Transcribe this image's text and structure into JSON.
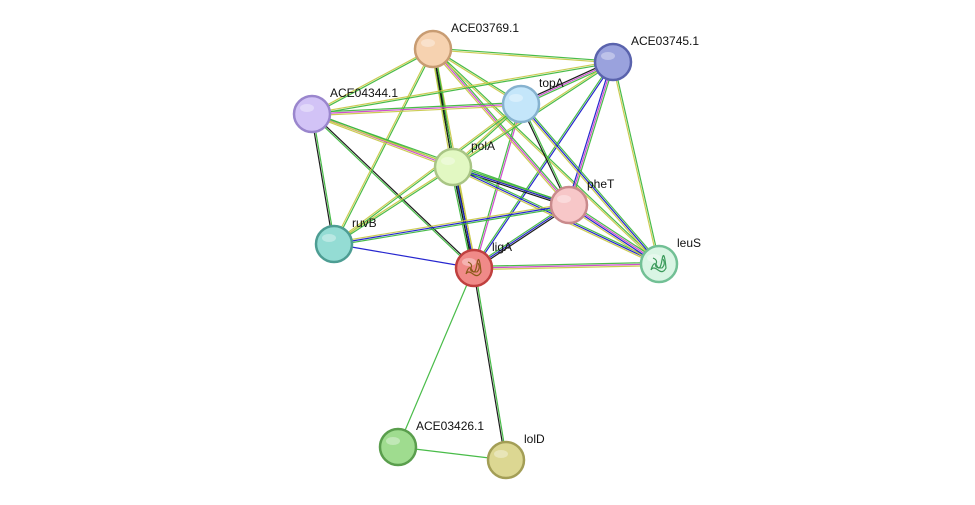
{
  "network": {
    "nodes": [
      {
        "id": "ACE03769.1",
        "label": "ACE03769.1",
        "color": "#f6d2b0",
        "stroke": "#c89c72",
        "icon": "plain-circle"
      },
      {
        "id": "ACE03745.1",
        "label": "ACE03745.1",
        "color": "#9aa2dd",
        "stroke": "#5a63ad",
        "icon": "plain-circle"
      },
      {
        "id": "ACE04344.1",
        "label": "ACE04344.1",
        "color": "#d2c3f6",
        "stroke": "#9a86cd",
        "icon": "plain-circle"
      },
      {
        "id": "topA",
        "label": "topA",
        "color": "#c4e6fa",
        "stroke": "#86b2cf",
        "icon": "plain-circle"
      },
      {
        "id": "polA",
        "label": "polA",
        "color": "#e2f8c2",
        "stroke": "#a9c585",
        "icon": "plain-circle"
      },
      {
        "id": "pheT",
        "label": "pheT",
        "color": "#f7c7c8",
        "stroke": "#c98a8c",
        "icon": "plain-circle"
      },
      {
        "id": "ruvB",
        "label": "ruvB",
        "color": "#94dcd4",
        "stroke": "#4d9d93",
        "icon": "plain-circle"
      },
      {
        "id": "ligA",
        "label": "ligA",
        "color": "#f08a88",
        "stroke": "#c0403f",
        "icon": "protein-structure-icon"
      },
      {
        "id": "leuS",
        "label": "leuS",
        "color": "#d9f5e4",
        "stroke": "#72c095",
        "icon": "protein-structure-icon"
      },
      {
        "id": "ACE03426.1",
        "label": "ACE03426.1",
        "color": "#9fdc8f",
        "stroke": "#5a9e4d",
        "icon": "plain-circle"
      },
      {
        "id": "lolD",
        "label": "lolD",
        "color": "#dcd792",
        "stroke": "#a39e56",
        "icon": "plain-circle"
      }
    ],
    "edges": [
      {
        "a": "ligA",
        "b": "ACE03769.1",
        "colors": [
          "#3fb83f",
          "#111111",
          "#c9c94a"
        ]
      },
      {
        "a": "ligA",
        "b": "ACE03745.1",
        "colors": [
          "#3fb83f",
          "#1a1acc"
        ]
      },
      {
        "a": "ligA",
        "b": "ACE04344.1",
        "colors": [
          "#3fb83f",
          "#111111"
        ]
      },
      {
        "a": "ligA",
        "b": "topA",
        "colors": [
          "#3fb83f",
          "#cc44cc"
        ]
      },
      {
        "a": "ligA",
        "b": "polA",
        "colors": [
          "#3fb83f",
          "#111111",
          "#1a1acc",
          "#c9c94a"
        ]
      },
      {
        "a": "ligA",
        "b": "pheT",
        "colors": [
          "#3fb83f",
          "#1a1acc",
          "#111111"
        ]
      },
      {
        "a": "ligA",
        "b": "ruvB",
        "colors": [
          "#1a1acc"
        ]
      },
      {
        "a": "ligA",
        "b": "leuS",
        "colors": [
          "#3fb83f",
          "#cc44cc",
          "#c9c94a"
        ]
      },
      {
        "a": "ligA",
        "b": "ACE03426.1",
        "colors": [
          "#3fb83f"
        ]
      },
      {
        "a": "ligA",
        "b": "lolD",
        "colors": [
          "#3fb83f",
          "#111111"
        ]
      },
      {
        "a": "ACE03426.1",
        "b": "lolD",
        "colors": [
          "#3fb83f"
        ]
      },
      {
        "a": "ACE03769.1",
        "b": "ACE03745.1",
        "colors": [
          "#3fb83f",
          "#c9c94a"
        ]
      },
      {
        "a": "ACE03769.1",
        "b": "ACE04344.1",
        "colors": [
          "#3fb83f",
          "#c9c94a"
        ]
      },
      {
        "a": "ACE03769.1",
        "b": "topA",
        "colors": [
          "#3fb83f",
          "#c9c94a"
        ]
      },
      {
        "a": "ACE03769.1",
        "b": "polA",
        "colors": [
          "#3fb83f",
          "#111111",
          "#c9c94a"
        ]
      },
      {
        "a": "ACE03769.1",
        "b": "pheT",
        "colors": [
          "#3fb83f",
          "#cc44cc",
          "#c9c94a"
        ]
      },
      {
        "a": "ACE03769.1",
        "b": "ruvB",
        "colors": [
          "#3fb83f",
          "#c9c94a"
        ]
      },
      {
        "a": "ACE03769.1",
        "b": "leuS",
        "colors": [
          "#3fb83f",
          "#c9c94a"
        ]
      },
      {
        "a": "ACE03745.1",
        "b": "topA",
        "colors": [
          "#3fb83f",
          "#cc44cc",
          "#111111"
        ]
      },
      {
        "a": "ACE03745.1",
        "b": "polA",
        "colors": [
          "#3fb83f",
          "#c9c94a"
        ]
      },
      {
        "a": "ACE03745.1",
        "b": "pheT",
        "colors": [
          "#3fb83f",
          "#cc44cc",
          "#1a1acc"
        ]
      },
      {
        "a": "ACE03745.1",
        "b": "ACE04344.1",
        "colors": [
          "#3fb83f",
          "#c9c94a"
        ]
      },
      {
        "a": "ACE03745.1",
        "b": "leuS",
        "colors": [
          "#3fb83f",
          "#c9c94a"
        ]
      },
      {
        "a": "ACE04344.1",
        "b": "topA",
        "colors": [
          "#3fb83f",
          "#cc44cc",
          "#c9c94a"
        ]
      },
      {
        "a": "ACE04344.1",
        "b": "polA",
        "colors": [
          "#3fb83f",
          "#cc44cc",
          "#c9c94a"
        ]
      },
      {
        "a": "ACE04344.1",
        "b": "pheT",
        "colors": [
          "#3fb83f",
          "#c9c94a"
        ]
      },
      {
        "a": "ACE04344.1",
        "b": "ruvB",
        "colors": [
          "#3fb83f",
          "#111111"
        ]
      },
      {
        "a": "topA",
        "b": "polA",
        "colors": [
          "#3fb83f",
          "#c9c94a"
        ]
      },
      {
        "a": "topA",
        "b": "pheT",
        "colors": [
          "#3fb83f",
          "#111111"
        ]
      },
      {
        "a": "topA",
        "b": "ruvB",
        "colors": [
          "#3fb83f",
          "#c9c94a"
        ]
      },
      {
        "a": "topA",
        "b": "leuS",
        "colors": [
          "#3fb83f",
          "#1a1acc",
          "#c9c94a"
        ]
      },
      {
        "a": "polA",
        "b": "pheT",
        "colors": [
          "#3fb83f",
          "#1a1acc",
          "#111111"
        ]
      },
      {
        "a": "polA",
        "b": "ruvB",
        "colors": [
          "#3fb83f",
          "#c9c94a"
        ]
      },
      {
        "a": "polA",
        "b": "leuS",
        "colors": [
          "#3fb83f",
          "#1a1acc",
          "#c9c94a"
        ]
      },
      {
        "a": "pheT",
        "b": "ruvB",
        "colors": [
          "#3fb83f",
          "#1a1acc",
          "#c9c94a"
        ]
      },
      {
        "a": "pheT",
        "b": "leuS",
        "colors": [
          "#3fb83f",
          "#cc44cc",
          "#1a1acc",
          "#c9c94a"
        ]
      }
    ]
  }
}
